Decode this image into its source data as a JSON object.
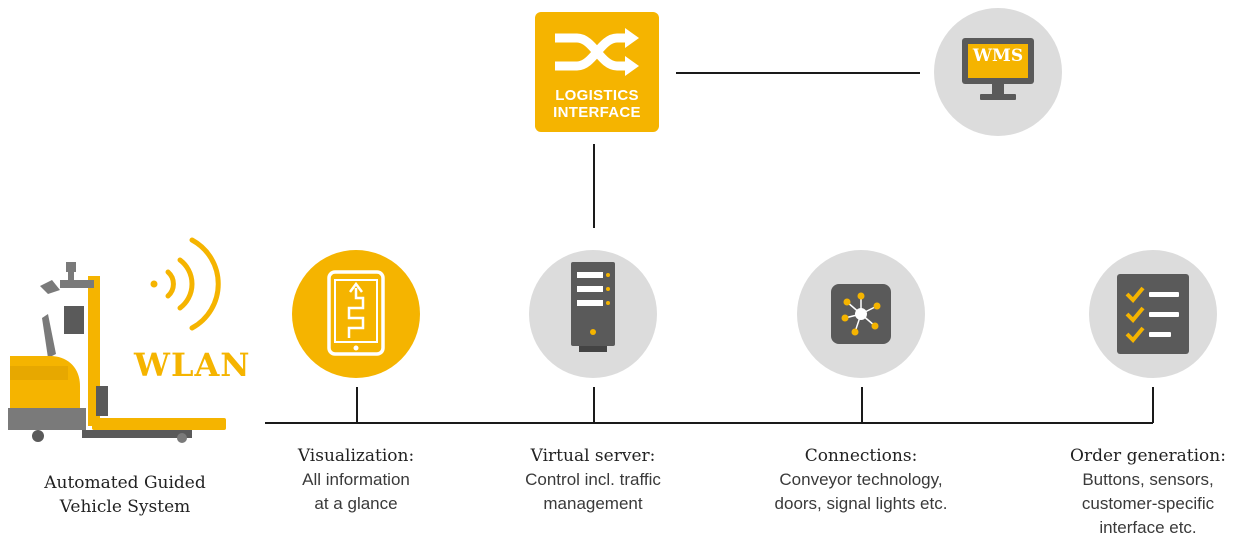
{
  "colors": {
    "accent": "#f5b400",
    "gray": "#dcdcdc",
    "dark": "#5a5a5a",
    "line": "#1a1a1a"
  },
  "logistics_interface": {
    "line1": "LOGISTICS",
    "line2": "INTERFACE",
    "icon": "crossing-arrows-icon"
  },
  "wms": {
    "label": "WMS",
    "icon": "monitor-icon"
  },
  "wlan": {
    "label": "WLAN",
    "icon": "wireless-signal-icon"
  },
  "agv": {
    "title_line1": "Automated Guided",
    "title_line2": "Vehicle System",
    "icon": "forklift-agv-icon"
  },
  "nodes": [
    {
      "icon": "tablet-path-icon",
      "heading": "Visualization:",
      "line1": "All information",
      "line2": "at a glance",
      "line3": ""
    },
    {
      "icon": "server-icon",
      "heading": "Virtual server:",
      "line1": "Control incl. traffic",
      "line2": "management",
      "line3": ""
    },
    {
      "icon": "network-hub-icon",
      "heading": "Connections:",
      "line1": "Conveyor technology,",
      "line2": "doors, signal lights etc.",
      "line3": ""
    },
    {
      "icon": "checklist-icon",
      "heading": "Order generation:",
      "line1": "Buttons, sensors,",
      "line2": "customer-specific",
      "line3": "interface etc."
    }
  ]
}
